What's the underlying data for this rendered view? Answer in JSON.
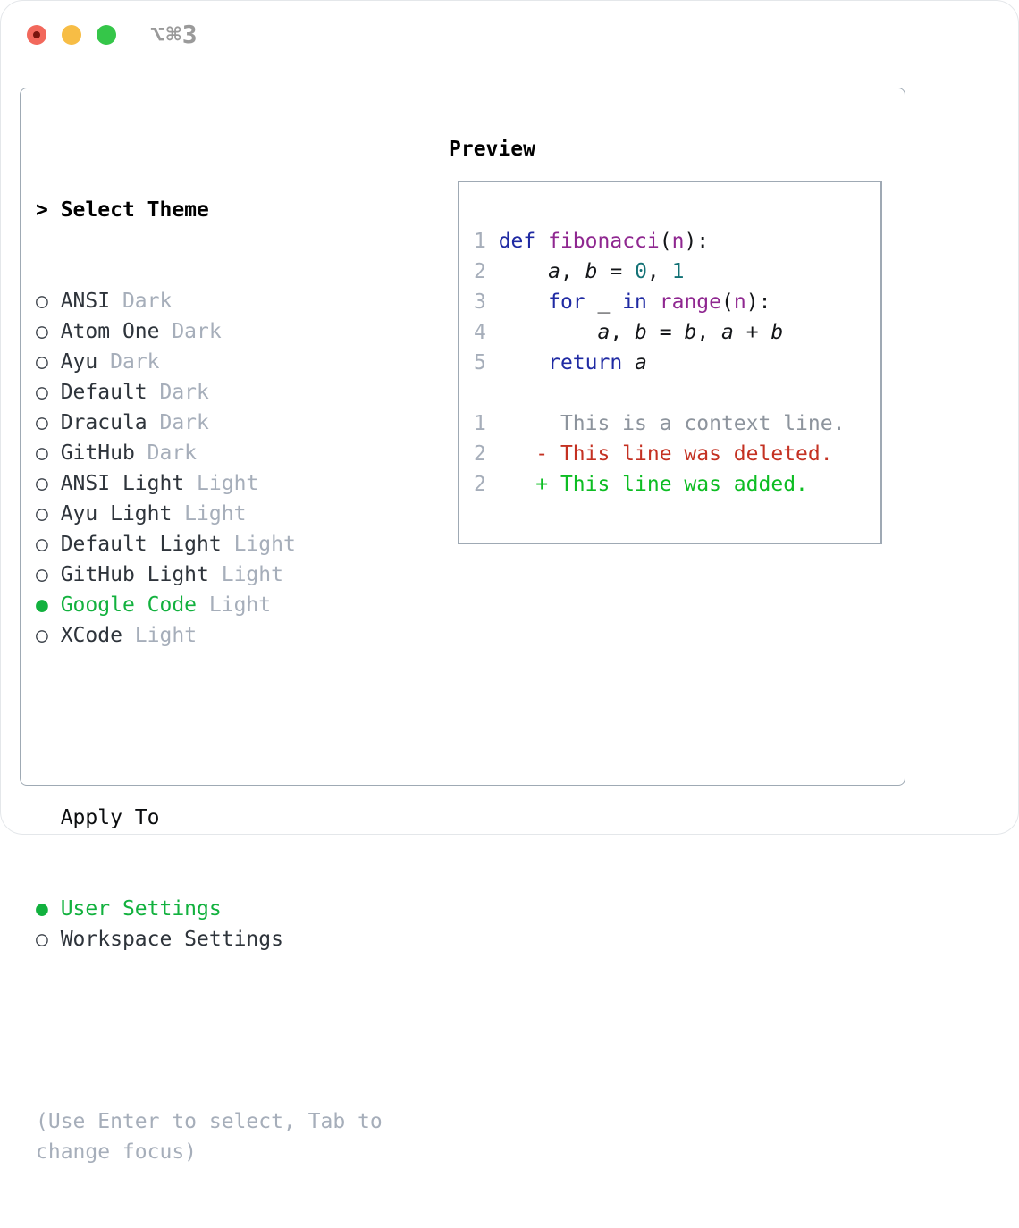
{
  "window": {
    "shortcut_label": "⌥⌘3",
    "traffic_lights": [
      {
        "name": "close-button",
        "color": "#f2685c",
        "edited_dot": true
      },
      {
        "name": "minimize-button",
        "color": "#f7bd45"
      },
      {
        "name": "zoom-button",
        "color": "#35c649"
      }
    ]
  },
  "colors": {
    "accent_green": "#12b13e",
    "panel_border": "#9faab4",
    "muted_gray": "#a6aeba",
    "text_dark": "#2e343b",
    "syntax_keyword": "#1f2aa3",
    "syntax_function": "#8f2790",
    "syntax_literal": "#127175",
    "diff_red": "#c43122",
    "diff_green": "#0dbd23"
  },
  "markers": {
    "focus": ">",
    "unselected": "○",
    "selected": "●"
  },
  "theme_list": {
    "header": "Select Theme",
    "items": [
      {
        "name": "ANSI",
        "variant": "Dark",
        "selected": false
      },
      {
        "name": "Atom One",
        "variant": "Dark",
        "selected": false
      },
      {
        "name": "Ayu",
        "variant": "Dark",
        "selected": false
      },
      {
        "name": "Default",
        "variant": "Dark",
        "selected": false
      },
      {
        "name": "Dracula",
        "variant": "Dark",
        "selected": false
      },
      {
        "name": "GitHub",
        "variant": "Dark",
        "selected": false
      },
      {
        "name": "ANSI Light",
        "variant": "Light",
        "selected": false
      },
      {
        "name": "Ayu Light",
        "variant": "Light",
        "selected": false
      },
      {
        "name": "Default Light",
        "variant": "Light",
        "selected": false
      },
      {
        "name": "GitHub Light",
        "variant": "Light",
        "selected": false
      },
      {
        "name": "Google Code",
        "variant": "Light",
        "selected": true
      },
      {
        "name": "XCode",
        "variant": "Light",
        "selected": false
      }
    ]
  },
  "apply_to": {
    "header": "Apply To",
    "options": [
      {
        "label": "User Settings",
        "selected": true
      },
      {
        "label": "Workspace Settings",
        "selected": false
      }
    ]
  },
  "hint_lines": [
    "(Use Enter to select, Tab to",
    "change focus)"
  ],
  "preview": {
    "header": "Preview",
    "lines": [
      {
        "blank": true
      },
      {
        "num": "1",
        "tokens": [
          [
            "kw",
            "def"
          ],
          [
            "pl",
            " "
          ],
          [
            "fn",
            "fibonacci"
          ],
          [
            "pl",
            "("
          ],
          [
            "fn",
            "n"
          ],
          [
            "pl",
            "):"
          ]
        ]
      },
      {
        "num": "2",
        "tokens": [
          [
            "pl",
            "    "
          ],
          [
            "va",
            "a"
          ],
          [
            "pl",
            ", "
          ],
          [
            "va",
            "b"
          ],
          [
            "pl",
            " = "
          ],
          [
            "li",
            "0"
          ],
          [
            "pl",
            ", "
          ],
          [
            "li",
            "1"
          ]
        ]
      },
      {
        "num": "3",
        "tokens": [
          [
            "pl",
            "    "
          ],
          [
            "kw",
            "for"
          ],
          [
            "pl",
            " _ "
          ],
          [
            "kw",
            "in"
          ],
          [
            "pl",
            " "
          ],
          [
            "fn",
            "range"
          ],
          [
            "pl",
            "("
          ],
          [
            "fn",
            "n"
          ],
          [
            "pl",
            "):"
          ]
        ]
      },
      {
        "num": "4",
        "tokens": [
          [
            "pl",
            "        "
          ],
          [
            "va",
            "a"
          ],
          [
            "pl",
            ", "
          ],
          [
            "va",
            "b"
          ],
          [
            "pl",
            " = "
          ],
          [
            "va",
            "b"
          ],
          [
            "pl",
            ", "
          ],
          [
            "va",
            "a"
          ],
          [
            "pl",
            " + "
          ],
          [
            "va",
            "b"
          ]
        ]
      },
      {
        "num": "5",
        "tokens": [
          [
            "pl",
            "    "
          ],
          [
            "kw",
            "return"
          ],
          [
            "pl",
            " "
          ],
          [
            "va",
            "a"
          ]
        ]
      },
      {
        "blank": true
      },
      {
        "num": "1",
        "tokens": [
          [
            "ctx",
            "     This is a context line."
          ]
        ]
      },
      {
        "num": "2",
        "tokens": [
          [
            "del",
            "   - This line was deleted."
          ]
        ]
      },
      {
        "num": "2",
        "tokens": [
          [
            "add",
            "   + This line was added."
          ]
        ]
      }
    ]
  }
}
